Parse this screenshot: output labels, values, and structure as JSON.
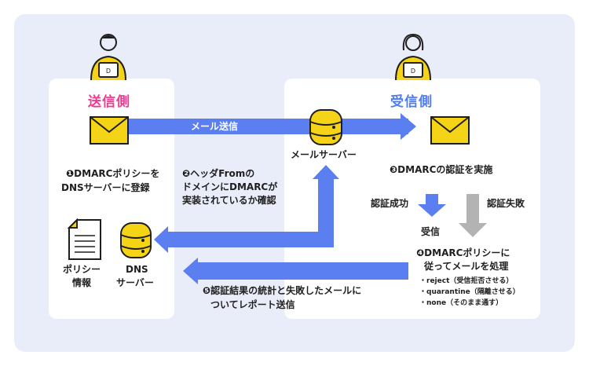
{
  "sender": {
    "title": "送信側",
    "title_color": "#f0398f"
  },
  "receiver": {
    "title": "受信側",
    "title_color": "#4f7cf0"
  },
  "labels": {
    "mail_send": "メール送信",
    "mail_server": "メールサーバー",
    "step1_line1": "❶DMARCポリシーを",
    "step1_line2": "DNSサーバーに登録",
    "step2_line1": "❷ヘッダFromの",
    "step2_line2": "ドメインにDMARCが",
    "step2_line3": "実装されているか確認",
    "step3": "❸DMARCの認証を実施",
    "auth_success": "認証成功",
    "auth_fail": "認証失敗",
    "receive": "受信",
    "step4_line1": "❹DMARCポリシーに",
    "step4_line2": "従ってメールを処理",
    "policy_reject": "・reject（受信拒否させる）",
    "policy_quarantine": "・quarantine（隔離させる）",
    "policy_none": "・none（そのまま通す）",
    "policy_info_line1": "ポリシー",
    "policy_info_line2": "情報",
    "dns_line1": "DNS",
    "dns_line2": "サーバー",
    "step5_line1": "❺認証結果の統計と失敗したメールに",
    "step5_line2": "ついてレポート送信"
  },
  "colors": {
    "arrow_blue": "#5b7ff0",
    "arrow_gray": "#b3b3b3",
    "icon_yellow": "#f5d317",
    "background": "#e9ecf9"
  }
}
